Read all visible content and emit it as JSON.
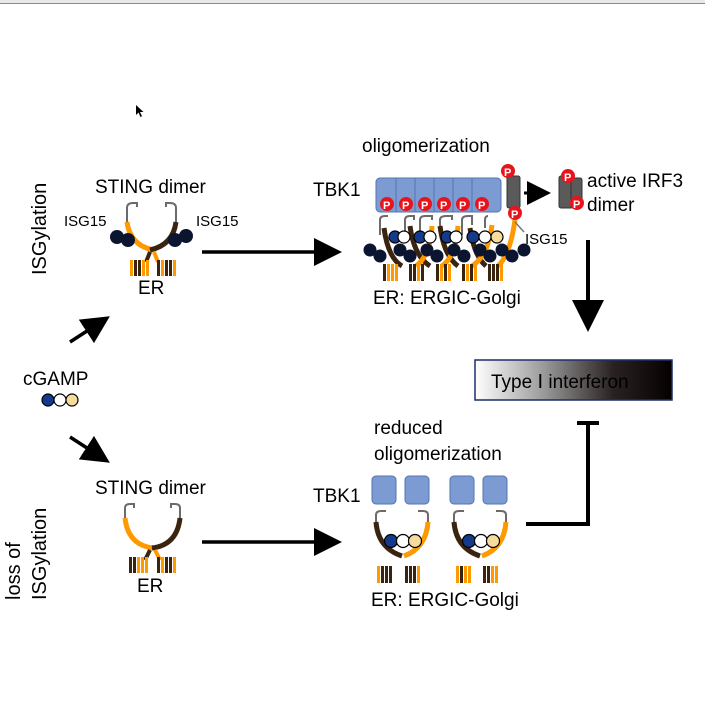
{
  "labels": {
    "row_top": "ISGylation",
    "row_bottom_1": "loss of",
    "row_bottom_2": "ISGylation",
    "sting_dimer_top": "STING dimer",
    "sting_dimer_bottom": "STING dimer",
    "isg15_left": "ISG15",
    "isg15_right": "ISG15",
    "isg15_oligo": "ISG15",
    "er_top": "ER",
    "er_bottom": "ER",
    "cgamp": "cGAMP",
    "oligomerization": "oligomerization",
    "reduced_1": "reduced",
    "reduced_2": "oligomerization",
    "tbk1_top": "TBK1",
    "tbk1_bottom": "TBK1",
    "er_golgi_top": "ER: ERGIC-Golgi",
    "er_golgi_bottom": "ER: ERGIC-Golgi",
    "irf3_1": "active IRF3",
    "irf3_2": "dimer",
    "phospho": "P",
    "interferon": "Type Ⅰ interferon"
  },
  "colors": {
    "sting_orange": "#ff9900",
    "sting_brown": "#3a2410",
    "isg15_dark": "#0b1530",
    "cgamp_blue": "#143a8c",
    "cgamp_yellow": "#f5dc9c",
    "tbk1_blue": "#7d9bd3",
    "phospho_red": "#e8141b",
    "irf3_gray": "#5a5a5a",
    "interferon_border": "#1c2f6b"
  },
  "icons": {
    "cursor": "mouse-pointer-icon"
  }
}
